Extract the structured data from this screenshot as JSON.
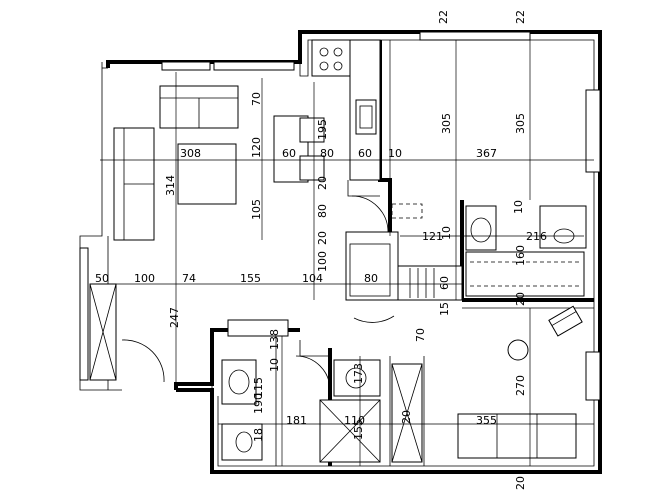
{
  "colors": {
    "ink": "#000000",
    "paper": "#ffffff"
  },
  "dimensions": {
    "top_22_a": "22",
    "top_22_b": "22",
    "d305_left": "305",
    "d305_right": "305",
    "d308": "308",
    "d60_a": "60",
    "d80_a": "80",
    "d60_b": "60",
    "d10_a": "10",
    "d367": "367",
    "d70_top": "70",
    "d120": "120",
    "d195": "195",
    "d314": "314",
    "d20_a": "20",
    "d105": "105",
    "d80_v": "80",
    "d20_b": "20",
    "d100_v": "100",
    "d80_h": "80",
    "d121": "121",
    "d10_b": "10",
    "d10_c": "10",
    "d216": "216",
    "d160": "160",
    "d60_c": "60",
    "d50": "50",
    "d100_h": "100",
    "d74": "74",
    "d155": "155",
    "d104": "104",
    "d20_c": "20",
    "d15": "15",
    "d247": "247",
    "d70_mid": "70",
    "d138": "138",
    "d10_d": "10",
    "d173": "173",
    "d115": "115",
    "d270": "270",
    "d190": "190",
    "d181": "181",
    "d110": "110",
    "d155_b": "155",
    "d20_d": "20",
    "d355": "355",
    "d20_bottom": "20",
    "d18": "18"
  }
}
